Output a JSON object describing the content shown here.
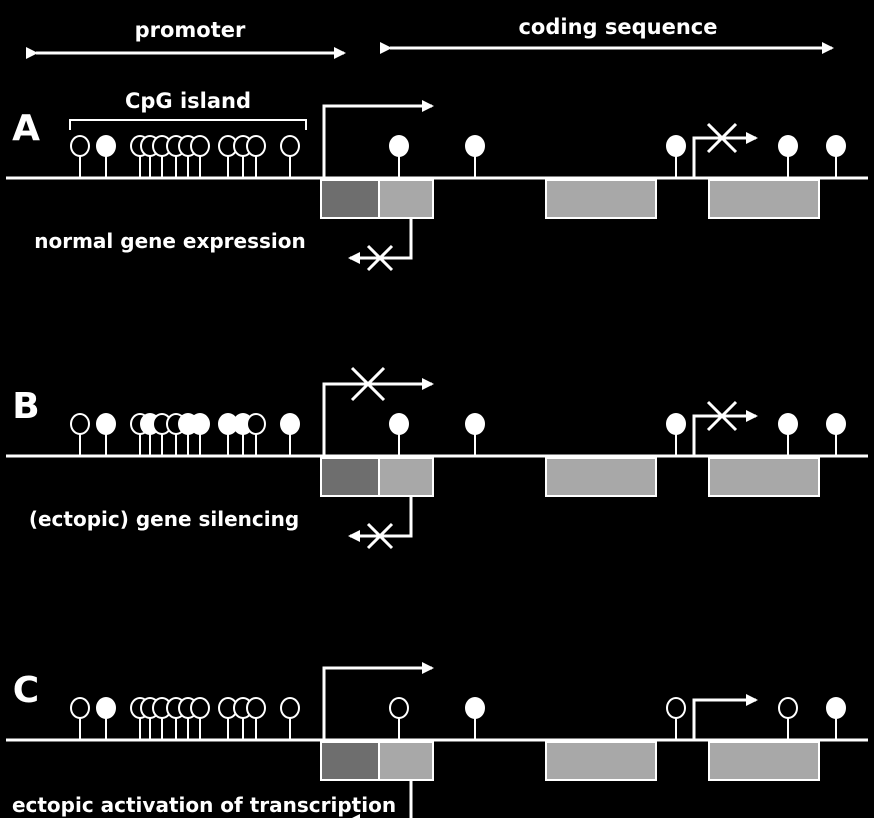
{
  "header": {
    "promoter": "promoter",
    "coding": "coding sequence",
    "cpg": "CpG island"
  },
  "panels": [
    {
      "letter": "A",
      "caption": "normal gene expression",
      "main_tss_blocked": false,
      "antisense_blocked": true,
      "alt_tss_blocked": true,
      "island_methylated": [
        false,
        true,
        false,
        false,
        false,
        false,
        false,
        false,
        false,
        false,
        false,
        false
      ],
      "body_methylated": [
        true,
        true,
        true,
        true,
        true
      ]
    },
    {
      "letter": "B",
      "caption": "(ectopic) gene silencing",
      "main_tss_blocked": true,
      "antisense_blocked": true,
      "alt_tss_blocked": true,
      "island_methylated": [
        false,
        true,
        false,
        true,
        false,
        false,
        true,
        true,
        true,
        true,
        false,
        true
      ],
      "body_methylated": [
        true,
        true,
        true,
        true,
        true
      ]
    },
    {
      "letter": "C",
      "caption": "ectopic activation of transcription",
      "main_tss_blocked": false,
      "antisense_blocked": false,
      "alt_tss_blocked": false,
      "island_methylated": [
        false,
        true,
        false,
        false,
        false,
        false,
        false,
        false,
        false,
        false,
        false,
        false
      ],
      "body_methylated": [
        false,
        true,
        false,
        false,
        true
      ]
    }
  ],
  "colors": {
    "background": "#000000",
    "foreground": "#ffffff",
    "box_dark": "#6e6e6e",
    "box_light": "#a8a8a8"
  }
}
